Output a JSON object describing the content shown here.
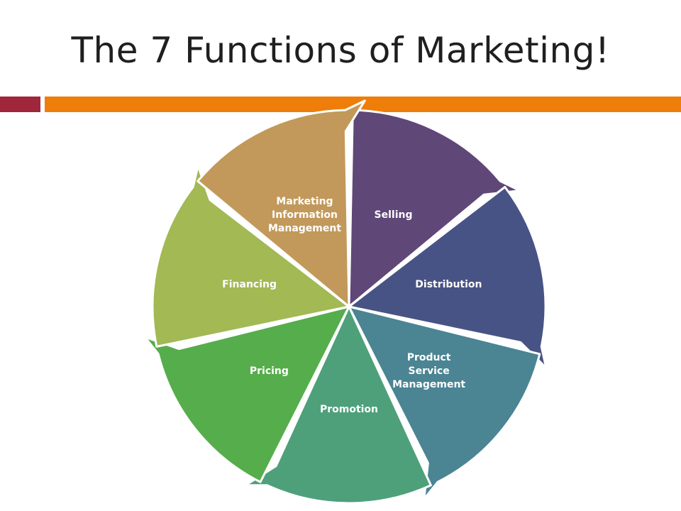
{
  "slide": {
    "title": "The 7 Functions of Marketing!",
    "accent_colors": [
      "#a0263b",
      "#ef7d0a"
    ]
  },
  "diagram": {
    "type": "cycle",
    "segments": [
      {
        "label_lines": [
          "Selling"
        ],
        "color": "#5f4778"
      },
      {
        "label_lines": [
          "Distribution"
        ],
        "color": "#485385"
      },
      {
        "label_lines": [
          "Product",
          "Service",
          "Management"
        ],
        "color": "#4b8493"
      },
      {
        "label_lines": [
          "Promotion"
        ],
        "color": "#4ea07a"
      },
      {
        "label_lines": [
          "Pricing"
        ],
        "color": "#56ad4c"
      },
      {
        "label_lines": [
          "Financing"
        ],
        "color": "#a2b954"
      },
      {
        "label_lines": [
          "Marketing",
          "Information",
          "Management"
        ],
        "color": "#c2995a"
      }
    ]
  }
}
